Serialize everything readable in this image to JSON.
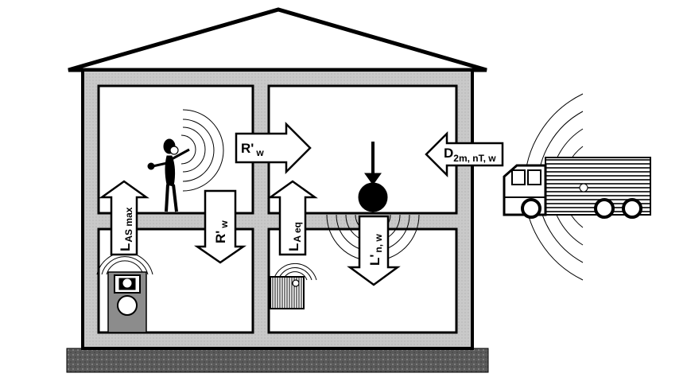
{
  "labels": {
    "r_w_wall": {
      "main": "R'",
      "sub": "w"
    },
    "d_facade": {
      "main": "D",
      "sub": "2m, nT, w"
    },
    "l_as_max": {
      "main": "L",
      "sub": "AS max"
    },
    "r_w_floor": {
      "main": "R'",
      "sub": "w"
    },
    "l_a_eq": {
      "main": "L",
      "sub": "A eq"
    },
    "l_n_w": {
      "main": "L'",
      "sub": "n, w"
    }
  },
  "colors": {
    "wall_fill": "#c8c8c8",
    "ground_fill": "#6e6e6e",
    "outline": "#000000",
    "appliance_fill": "#8c8c8c"
  }
}
